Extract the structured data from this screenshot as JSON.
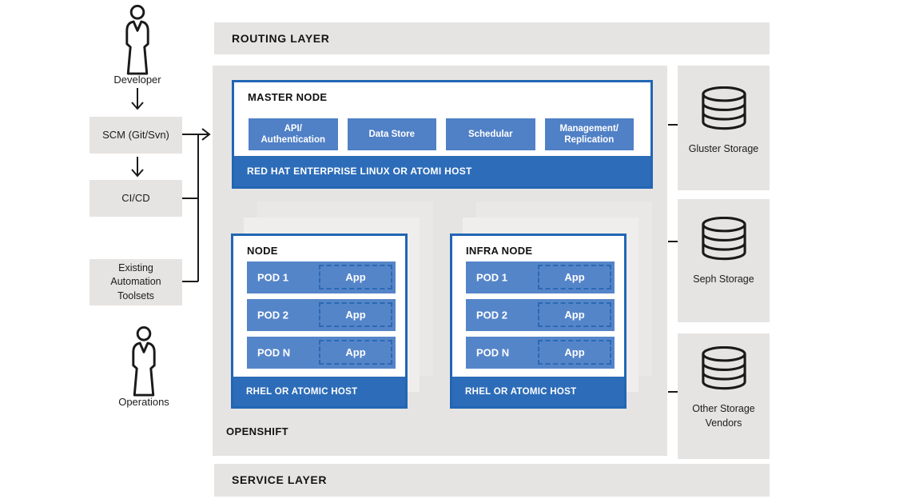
{
  "palette": {
    "panel_gray": "#e6e4e2",
    "sheet_near": "#f0eeec",
    "sheet_far": "#eae8e6",
    "blue_border": "#2166b5",
    "blue_component": "#5585c9",
    "blue_host_bar": "#2d6cb8",
    "line_black": "#1a1a1a",
    "text_dark": "#1c1c1c"
  },
  "left_flow": {
    "developer_label": "Developer",
    "scm_label": "SCM (Git/Svn)",
    "cicd_label": "CI/CD",
    "toolsets_label": "Existing Automation Toolsets",
    "operations_label": "Operations"
  },
  "routing_layer": {
    "title": "ROUTING LAYER"
  },
  "service_layer": {
    "title": "SERVICE LAYER"
  },
  "openshift": {
    "title": "OPENSHIFT",
    "master_node": {
      "title": "MASTER NODE",
      "components": [
        "API/ Authentication",
        "Data Store",
        "Schedular",
        "Management/ Replication"
      ],
      "host_bar": "RED HAT ENTERPRISE LINUX OR ATOMI HOST"
    },
    "nodes": [
      {
        "title": "NODE",
        "pods": [
          {
            "name": "POD 1",
            "app": "App"
          },
          {
            "name": "POD 2",
            "app": "App"
          },
          {
            "name": "POD N",
            "app": "App"
          }
        ],
        "host_bar": "RHEL OR ATOMIC HOST"
      },
      {
        "title": "INFRA NODE",
        "pods": [
          {
            "name": "POD 1",
            "app": "App"
          },
          {
            "name": "POD 2",
            "app": "App"
          },
          {
            "name": "POD N",
            "app": "App"
          }
        ],
        "host_bar": "RHEL OR ATOMIC HOST"
      }
    ]
  },
  "storage": {
    "items": [
      {
        "label": "Gluster Storage"
      },
      {
        "label": "Seph Storage"
      },
      {
        "label": "Other Storage Vendors"
      }
    ]
  }
}
